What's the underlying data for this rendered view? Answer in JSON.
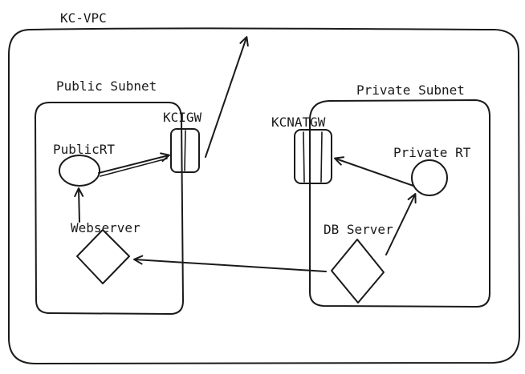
{
  "vpc": {
    "label": "KC-VPC"
  },
  "public_subnet": {
    "label": "Public Subnet",
    "route_table": "PublicRT",
    "server": "Webserver",
    "gateway": "KCIGW"
  },
  "private_subnet": {
    "label": "Private Subnet",
    "route_table": "Private RT",
    "server": "DB Server",
    "gateway": "KCNATGW"
  },
  "colors": {
    "ink": "#1a1a1a",
    "background": "#ffffff"
  }
}
